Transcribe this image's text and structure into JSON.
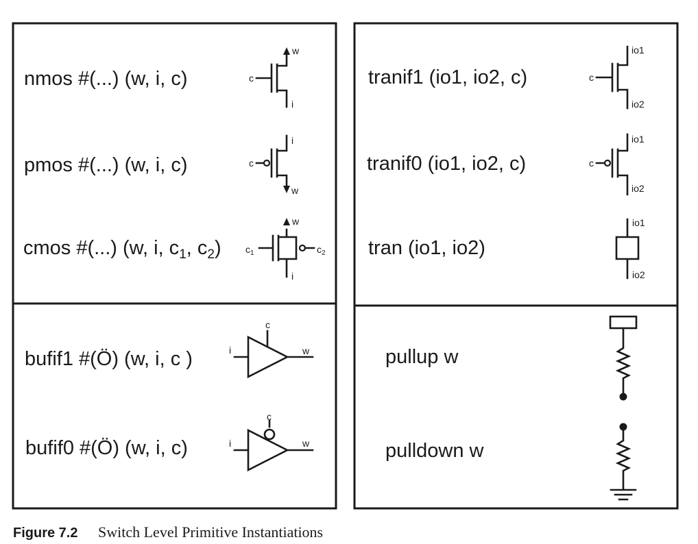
{
  "figure": {
    "number": "Figure 7.2",
    "title": "Switch Level Primitive Instantiations"
  },
  "switches": {
    "nmos": {
      "name": "nmos #(...) (w, i, c)",
      "pins": {
        "c": "c",
        "w": "w",
        "i": "i"
      }
    },
    "pmos": {
      "name": "pmos #(...) (w, i, c)",
      "pins": {
        "c": "c",
        "w": "w",
        "i": "i"
      }
    },
    "cmos": {
      "name_pre": "cmos #(...) (w, i, c",
      "sub1": "1",
      "name_mid": ", c",
      "sub2": "2",
      "name_post": ")",
      "pins": {
        "c": "c",
        "sub1": "1",
        "sub2": "2",
        "w": "w",
        "i": "i"
      }
    },
    "tranif1": {
      "name": "tranif1 (io1, io2, c)",
      "pins": {
        "c": "c",
        "io1": "io1",
        "io2": "io2"
      }
    },
    "tranif0": {
      "name": "tranif0 (io1, io2, c)",
      "pins": {
        "c": "c",
        "io1": "io1",
        "io2": "io2"
      }
    },
    "tran": {
      "name": "tran (io1, io2)",
      "pins": {
        "io1": "io1",
        "io2": "io2"
      }
    }
  },
  "buffers": {
    "bufif1": {
      "name": "bufif1 #(Ö) (w, i, c )",
      "pins": {
        "i": "i",
        "c": "c",
        "w": "w"
      }
    },
    "bufif0": {
      "name": "bufif0 #(Ö)  (w, i, c)",
      "pins": {
        "i": "i",
        "c": "c",
        "w": "w"
      }
    }
  },
  "pulls": {
    "pullup": {
      "name": "pullup w"
    },
    "pulldown": {
      "name": "pulldown w"
    }
  }
}
